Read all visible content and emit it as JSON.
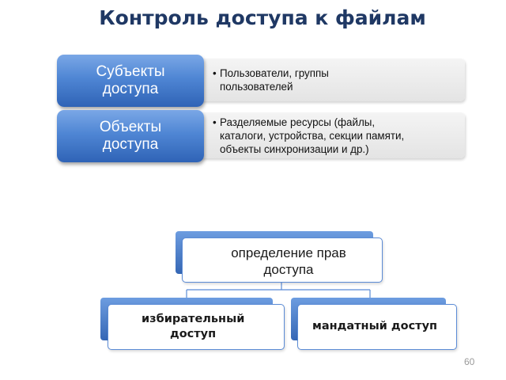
{
  "title": "Контроль доступа к файлам",
  "rows": [
    {
      "heading": [
        "Субъекты",
        "доступа"
      ],
      "bullet": "•",
      "lines": [
        "Пользователи, группы",
        "пользователей"
      ]
    },
    {
      "heading": [
        "Объекты",
        "доступа"
      ],
      "bullet": "•",
      "lines": [
        "Разделяемые ресурсы (файлы,",
        "каталоги, устройства, секции памяти,",
        "объекты синхронизации и др.)"
      ]
    }
  ],
  "hierarchy": {
    "root": [
      "определение прав",
      "доступа"
    ],
    "children": [
      {
        "lines": [
          "избирательный",
          "доступ"
        ]
      },
      {
        "lines": [
          "мандатный доступ"
        ]
      }
    ]
  },
  "page_number": "60",
  "colors": {
    "accent_blue": "#3a6fc4",
    "title_navy": "#1f3864",
    "box_border": "#5b8bd6"
  }
}
